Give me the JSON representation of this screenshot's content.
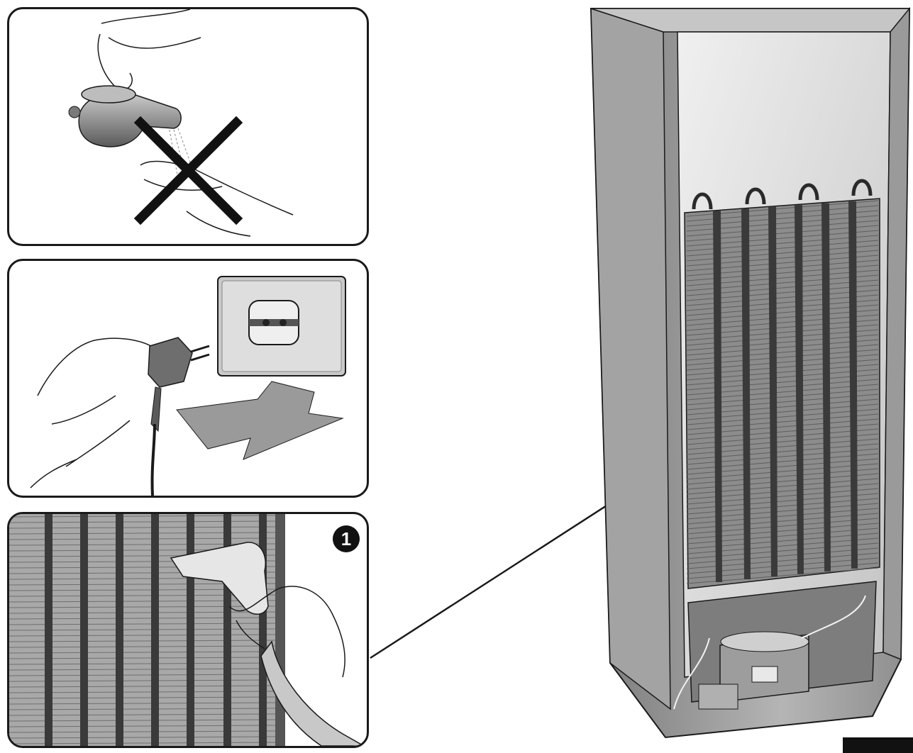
{
  "steps": [
    {
      "id": "no-water",
      "icon": "tap-hands-prohibited-icon"
    },
    {
      "id": "unplug",
      "icon": "plug-socket-icon"
    },
    {
      "id": "vacuum-condenser",
      "number_label": "1",
      "icon": "vacuum-nozzle-icon"
    }
  ],
  "colors": {
    "outline": "#1a1a1a",
    "metal_gray": "#8c8c8c",
    "light_gray": "#d8d8d8",
    "cross": "#111111"
  },
  "fridge": {
    "icon": "refrigerator-back-icon",
    "condenser": "condenser-coil-icon"
  }
}
